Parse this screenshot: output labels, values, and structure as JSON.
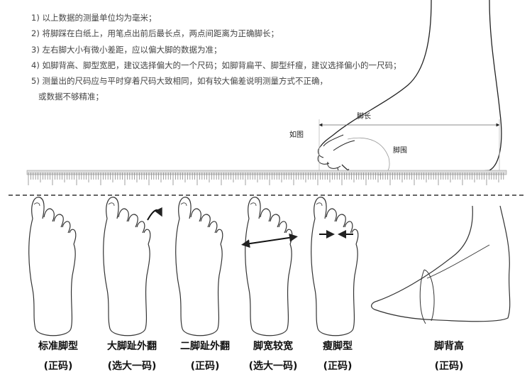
{
  "notes": [
    "1) 以上数据的测量单位均为毫米；",
    "2) 将脚踩在白纸上，用笔点出前后最长点，两点间距离为正确脚长；",
    "3) 左右脚大小有微小差距，应以偏大脚的数据为准；",
    "4) 如脚背高、脚型宽肥，建议选择偏大的一个尺码；如脚背扁平、脚型纤瘦，建议选择偏小的一尺码；",
    "5) 测量出的尺码应与平时穿着尺码大致相同，如有较大偏差说明测量方式不正确，",
    "或数据不够精准；"
  ],
  "measure": {
    "example_label": "如图",
    "length_label": "脚长",
    "girth_label": "脚围"
  },
  "foot_types": [
    {
      "name": "标准脚型",
      "fit": "(正码)"
    },
    {
      "name": "大脚趾外翻",
      "fit": "(选大一码)"
    },
    {
      "name": "二脚趾外翻",
      "fit": "(正码)"
    },
    {
      "name": "脚宽较宽",
      "fit": "(选大一码)"
    },
    {
      "name": "瘦脚型",
      "fit": "(正码)"
    },
    {
      "name": "脚背高",
      "fit": "(正码)"
    }
  ]
}
